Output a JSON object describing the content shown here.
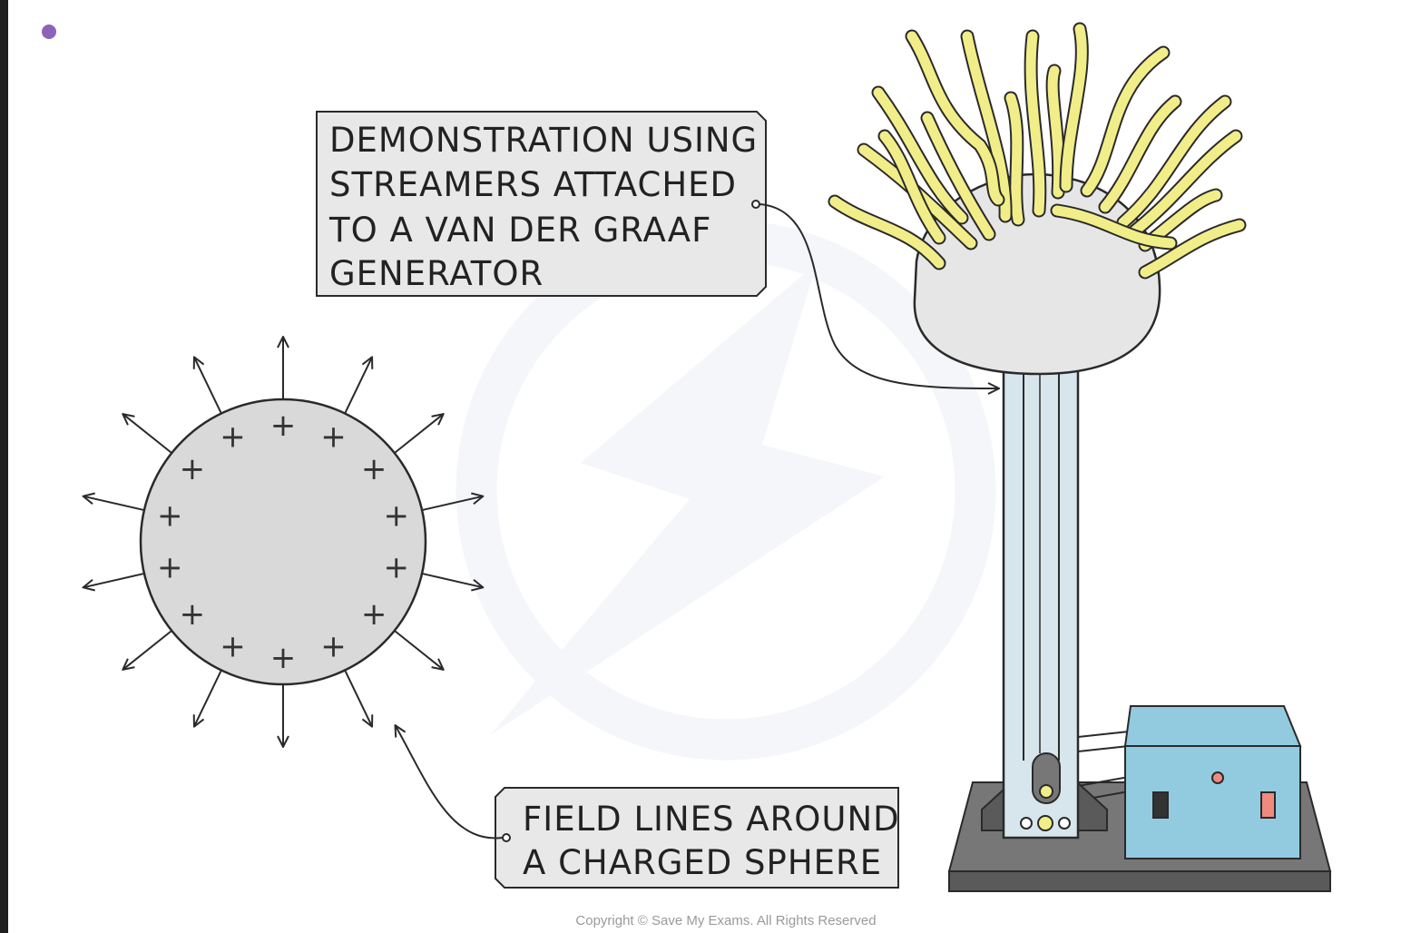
{
  "labels": {
    "streamers": [
      "DEMONSTRATION USING",
      "STREAMERS ATTACHED",
      "TO A VAN DER GRAAF",
      "GENERATOR"
    ],
    "field_lines": [
      "FIELD LINES AROUND",
      "A CHARGED SPHERE"
    ]
  },
  "sphere": {
    "charge_symbol": "+",
    "charge_count": 14,
    "field_line_count": 14
  },
  "copyright": "Copyright © Save My Exams. All Rights Reserved",
  "colors": {
    "left_strip": "#1f1f1f",
    "bullet": "#8a64b8",
    "sphere_fill": "#d9d9d9",
    "dome_fill": "#e6e6e6",
    "streamer": "#f1ee8a",
    "column": "#d7e6ec",
    "base": "#5a5a5a",
    "base_top": "#777777",
    "motor_box": "#92cbe0",
    "switch_dark": "#333333",
    "switch_red": "#f08a80",
    "label_box": "#e8e8e8",
    "outline": "#2a2a2a",
    "watermark": "#f4f6f9"
  },
  "icons": {
    "bullet": "bullet-icon"
  }
}
